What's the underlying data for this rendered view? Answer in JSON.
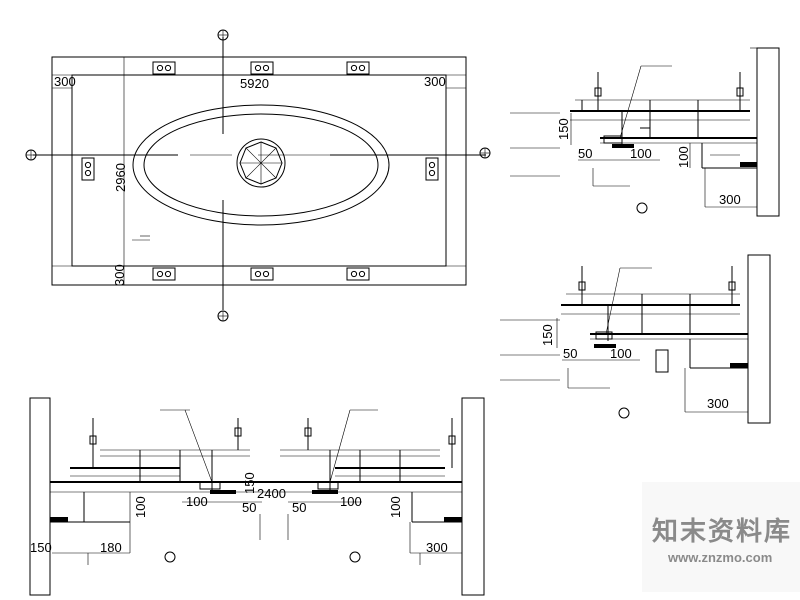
{
  "plan": {
    "dim_total_width": "5920",
    "dim_total_height": "2960",
    "dim_left_margin": "300",
    "dim_right_margin": "300",
    "dim_bottom_margin": "300"
  },
  "section_right_top": {
    "dim_height": "150",
    "dim_left": "50",
    "dim_mid": "100",
    "dim_drop": "100",
    "dim_wall": "300"
  },
  "section_right_mid": {
    "dim_height": "150",
    "dim_left": "50",
    "dim_mid": "100",
    "dim_wall": "300"
  },
  "section_bottom": {
    "dim_span": "2400",
    "dim_height": "150",
    "dim_left_a": "100",
    "dim_left_b": "50",
    "dim_right_a": "50",
    "dim_right_b": "100",
    "dim_drop_left": "100",
    "dim_drop_right": "100",
    "dim_wall_left_a": "150",
    "dim_wall_left_b": "180",
    "dim_wall_right": "300"
  },
  "watermark": {
    "text_cn": "知末资料库",
    "url": "www.znzmo.com"
  }
}
